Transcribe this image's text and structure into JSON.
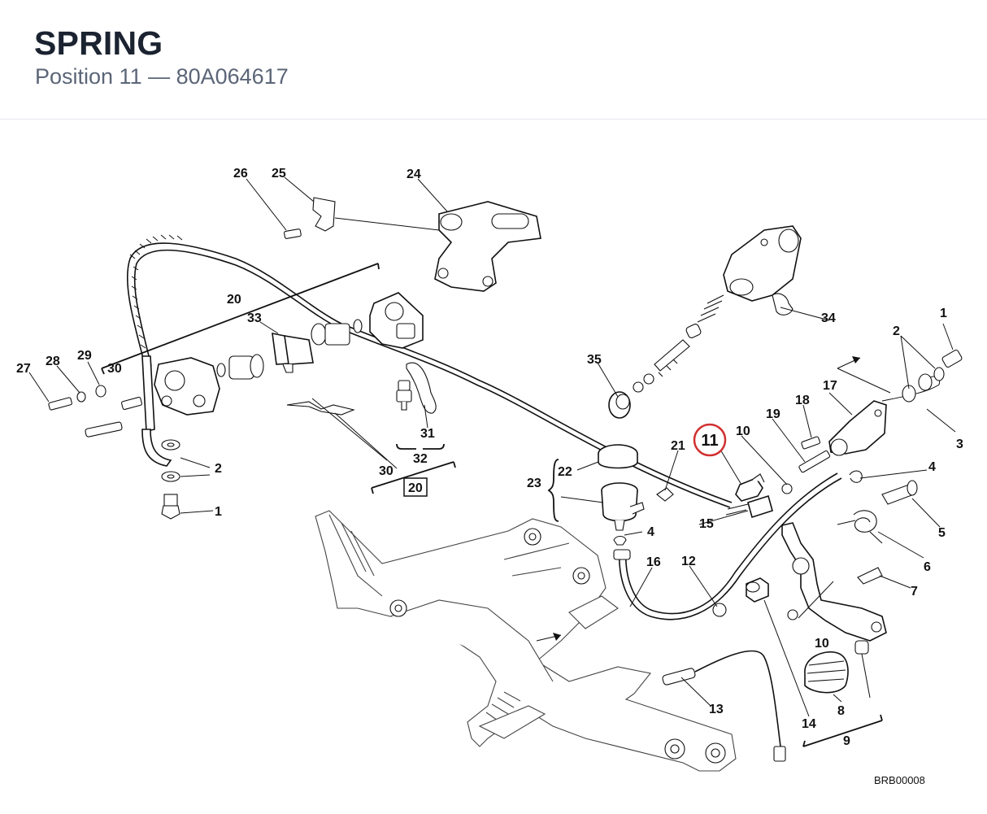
{
  "header": {
    "title": "SPRING",
    "subtitle": "Position 11 — 80A064617"
  },
  "diagram": {
    "highlight_color": "#d0302f",
    "drawing_code": "BRB00008",
    "callouts": {
      "c1a": "1",
      "c1b": "1",
      "c2a": "2",
      "c2b": "2",
      "c3": "3",
      "c4a": "4",
      "c4b": "4",
      "c5": "5",
      "c6": "6",
      "c7": "7",
      "c8": "8",
      "c9": "9",
      "c10a": "10",
      "c10b": "10",
      "c11": "11",
      "c12": "12",
      "c13": "13",
      "c14": "14",
      "c15": "15",
      "c16": "16",
      "c17": "17",
      "c18": "18",
      "c19": "19",
      "c20a": "20",
      "c20b": "20",
      "c21": "21",
      "c22": "22",
      "c23": "23",
      "c24": "24",
      "c25": "25",
      "c26": "26",
      "c27": "27",
      "c28": "28",
      "c29": "29",
      "c30a": "30",
      "c30b": "30",
      "c31": "31",
      "c32": "32",
      "c33": "33",
      "c34": "34",
      "c35": "35"
    }
  }
}
